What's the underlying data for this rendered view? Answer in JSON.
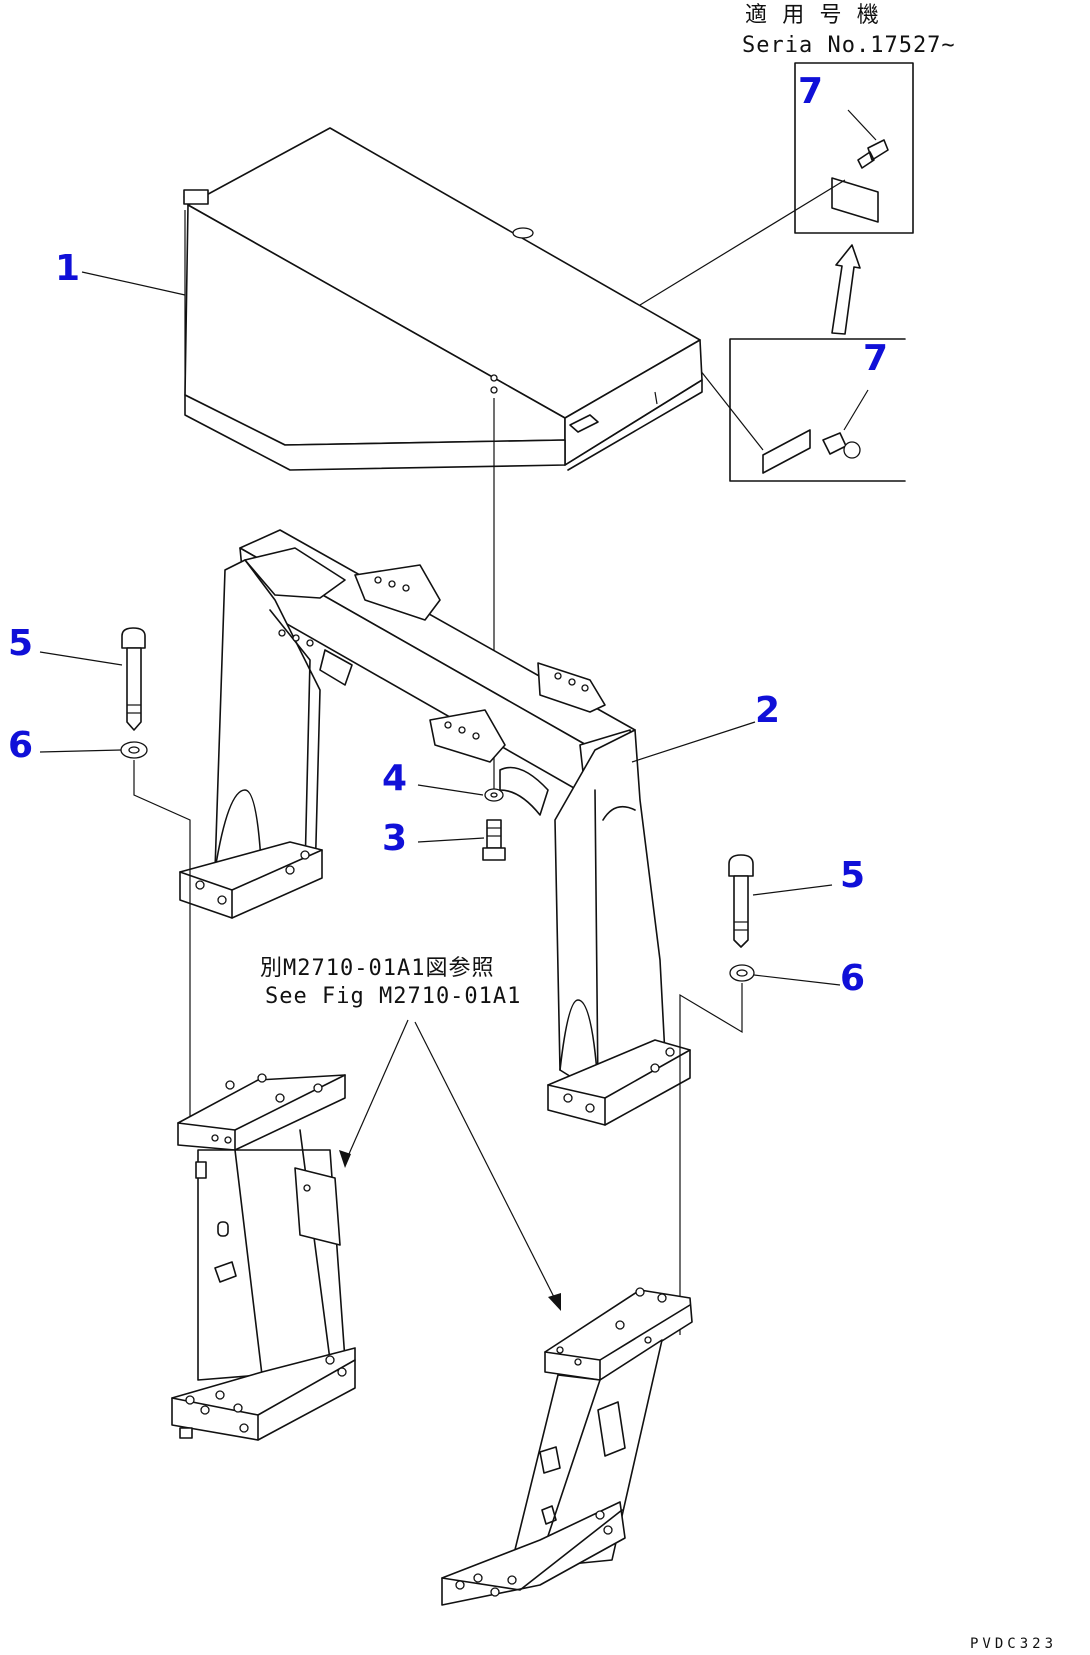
{
  "serial_note": {
    "line1": "適 用 号 機",
    "line2": "Seria  No.17527~"
  },
  "reference_note": {
    "line1": "別M2710-01A1図参照",
    "line2": "See Fig M2710-01A1"
  },
  "callouts": {
    "part1": "1",
    "part2": "2",
    "part3": "3",
    "part4": "4",
    "part5_left": "5",
    "part5_right": "5",
    "part6_left": "6",
    "part6_right": "6",
    "part7_top": "7",
    "part7_detail": "7"
  },
  "drawing_code": "PVDC323",
  "colors": {
    "callout": "#1010d8",
    "line": "#111111"
  }
}
